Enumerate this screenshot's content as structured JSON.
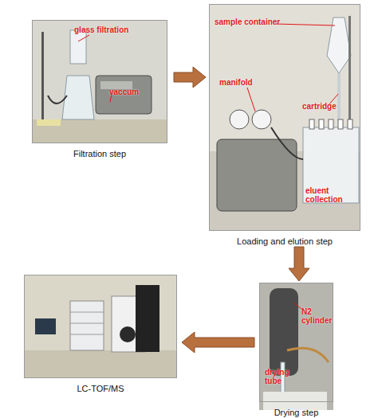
{
  "diagram": {
    "nodes": [
      {
        "text": [
          "glass filtration",
          "vaccum",
          "Filtration step"
        ]
      },
      {
        "text": [
          "sample container",
          "manifold",
          "cartridge",
          "eluent collection",
          "Loading and elution step"
        ]
      },
      {
        "text": [
          "N2 cylinder",
          "drying tube",
          "Drying step"
        ]
      },
      {
        "text": [
          "LC-TOF/MS"
        ]
      }
    ],
    "edges": [
      {
        "from": 0,
        "to": 1,
        "arrow": "to"
      },
      {
        "from": 1,
        "to": 2,
        "arrow": "to"
      },
      {
        "from": 2,
        "to": 3,
        "arrow": "to"
      }
    ]
  }
}
